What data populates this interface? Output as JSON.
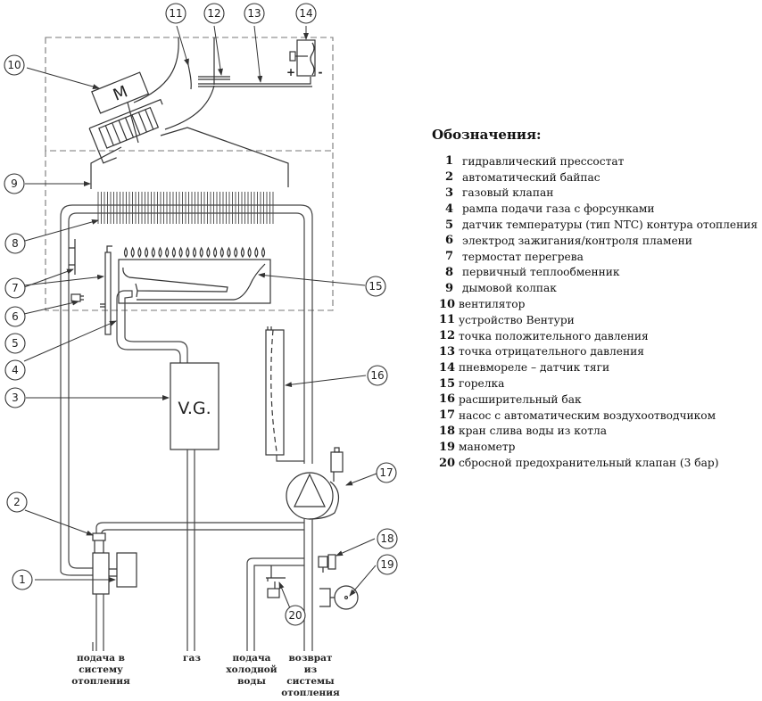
{
  "diagram": {
    "fan_motor_label": "M",
    "gas_valve_label": "V.G.",
    "pressure_switch_signs": {
      "plus": "+",
      "minus": "-"
    },
    "callouts": [
      "1",
      "2",
      "3",
      "4",
      "5",
      "6",
      "7",
      "8",
      "9",
      "10",
      "11",
      "12",
      "13",
      "14",
      "15",
      "16",
      "17",
      "18",
      "19",
      "20"
    ],
    "connections": [
      {
        "id": "heating-supply",
        "lines": [
          "подача в",
          "систему",
          "отопления"
        ]
      },
      {
        "id": "gas",
        "lines": [
          "газ"
        ]
      },
      {
        "id": "cold-water-supply",
        "lines": [
          "подача",
          "холодной",
          "воды"
        ]
      },
      {
        "id": "heating-return",
        "lines": [
          "возврат из",
          "системы",
          "отопления"
        ]
      }
    ]
  },
  "legend": {
    "title": "Обозначения:",
    "items": [
      {
        "num": "1",
        "text": "гидравлический прессостат"
      },
      {
        "num": "2",
        "text": "автоматический байпас"
      },
      {
        "num": "3",
        "text": "газовый клапан"
      },
      {
        "num": "4",
        "text": "рампа подачи газа с форсунками"
      },
      {
        "num": "5",
        "text": "датчик температуры (тип NTC) контура отопления"
      },
      {
        "num": "6",
        "text": "электрод зажигания/контроля пламени"
      },
      {
        "num": "7",
        "text": "термостат перегрева"
      },
      {
        "num": "8",
        "text": "первичный теплообменник"
      },
      {
        "num": "9",
        "text": "дымовой колпак"
      },
      {
        "num": "10",
        "text": "вентилятор"
      },
      {
        "num": "11",
        "text": "устройство Вентури"
      },
      {
        "num": "12",
        "text": "точка положительного давления"
      },
      {
        "num": "13",
        "text": "точка отрицательного давления"
      },
      {
        "num": "14",
        "text": "пневмореле – датчик тяги"
      },
      {
        "num": "15",
        "text": "горелка"
      },
      {
        "num": "16",
        "text": "расширительный бак"
      },
      {
        "num": "17",
        "text": "насос с автоматическим воздухоотводчиком"
      },
      {
        "num": "18",
        "text": "кран слива воды из котла"
      },
      {
        "num": "19",
        "text": "манометр"
      },
      {
        "num": "20",
        "text": "сбросной предохранительный клапан (3 бар)"
      }
    ]
  }
}
